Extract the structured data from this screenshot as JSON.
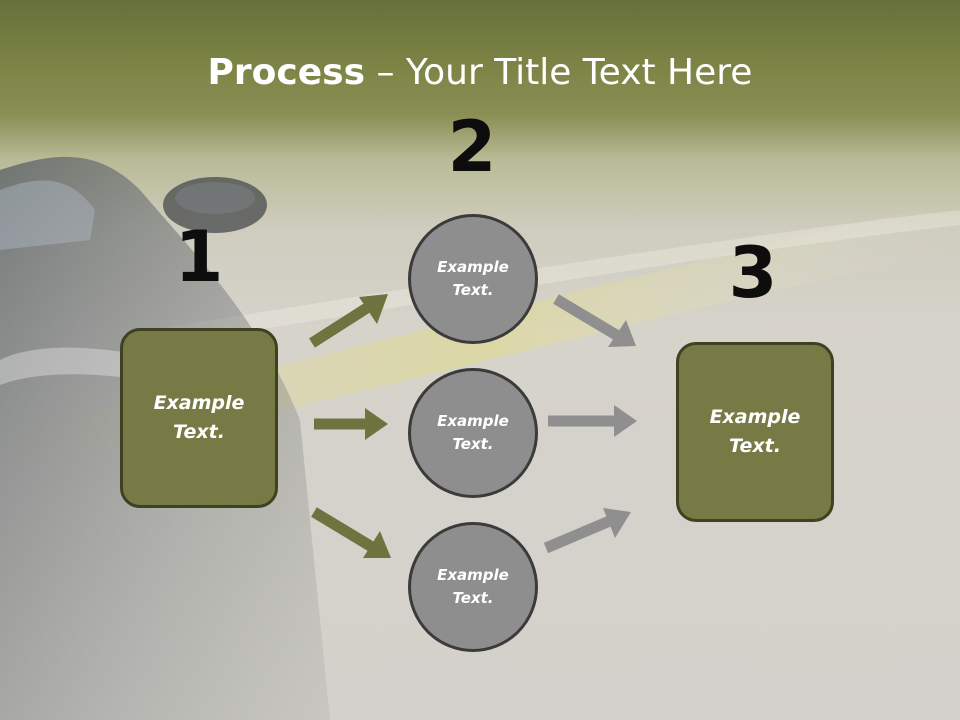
{
  "title": {
    "bold": "Process",
    "rest": " – Your Title Text Here"
  },
  "steps": [
    {
      "number": "1",
      "label": "Example\nText."
    },
    {
      "number": "2"
    },
    {
      "number": "3",
      "label": "Example\nText."
    }
  ],
  "circles": [
    {
      "label": "Example\nText."
    },
    {
      "label": "Example\nText."
    },
    {
      "label": "Example\nText."
    }
  ],
  "colors": {
    "box_fill": "#777a45",
    "box_border": "#3f4222",
    "circle_fill": "#8e8e8e",
    "circle_border": "#3b3b3b",
    "arrow_olive": "#6e7340",
    "arrow_gray": "#8f8f8f",
    "title_band": "#7d8546"
  }
}
